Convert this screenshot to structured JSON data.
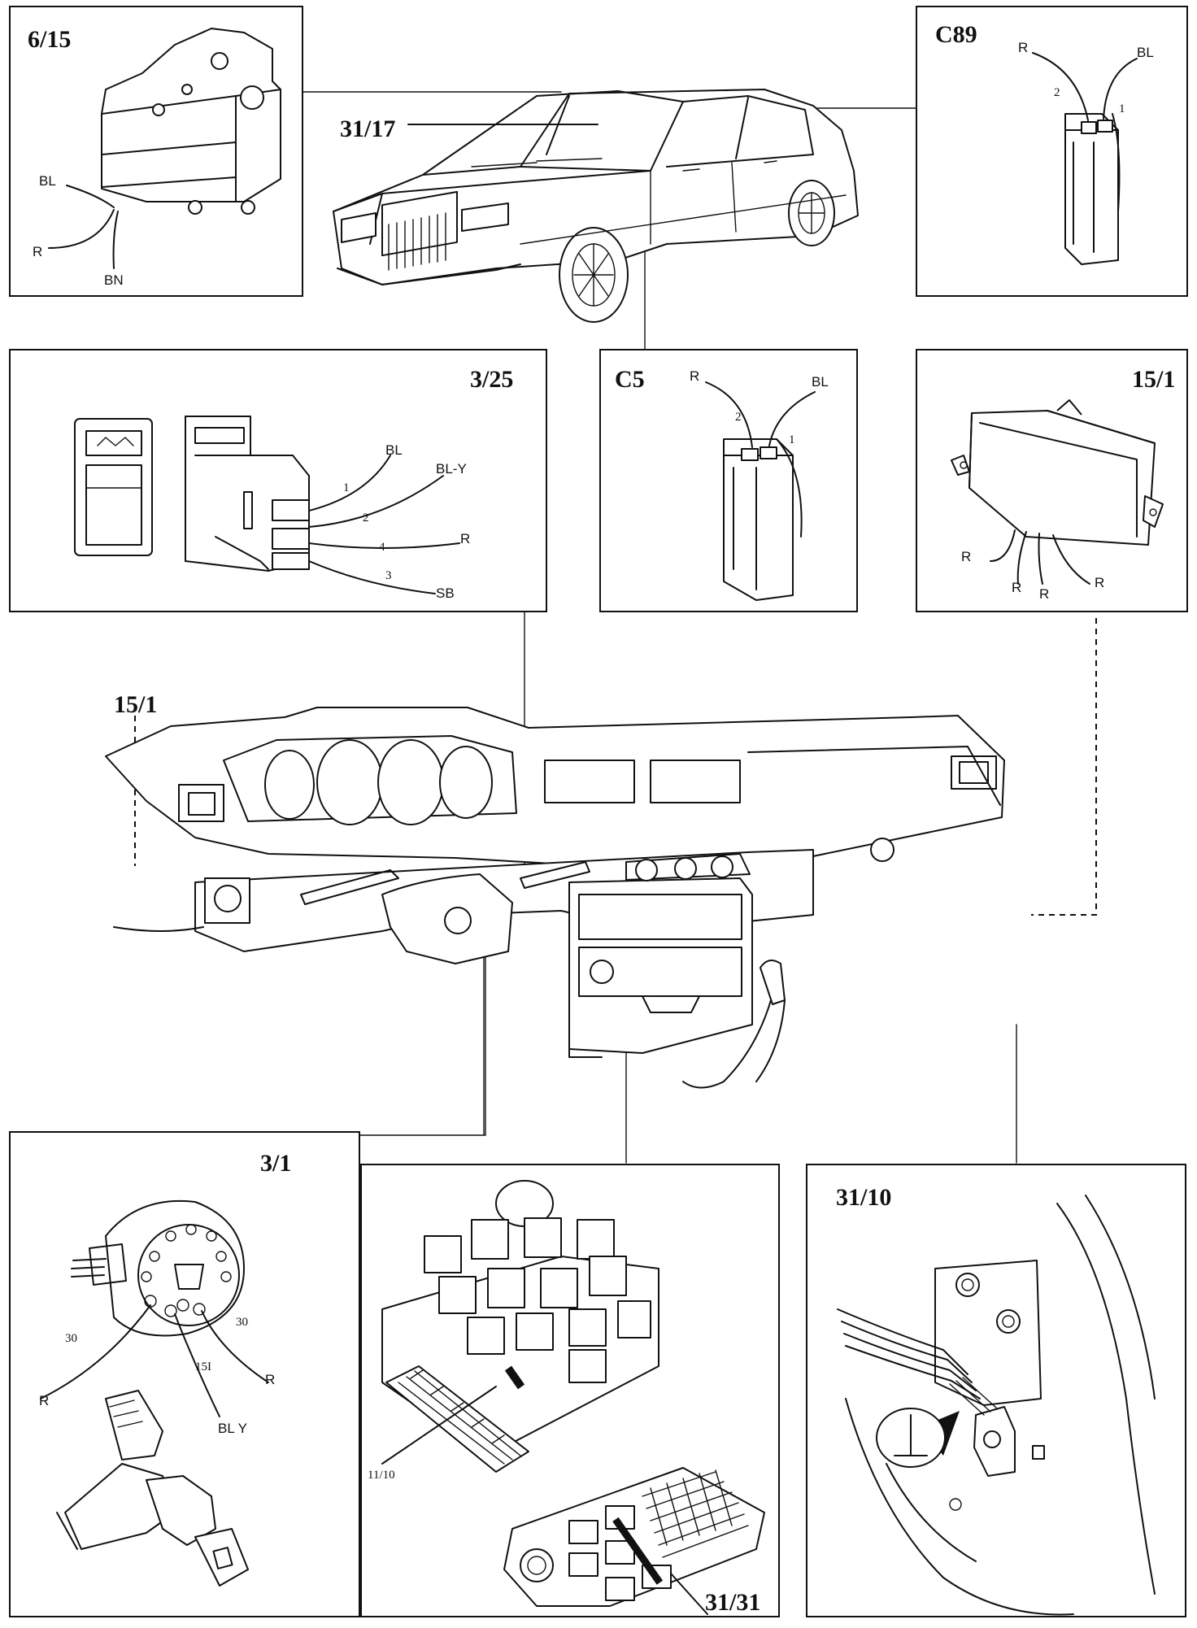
{
  "colors": {
    "line": "#111111",
    "background": "#ffffff"
  },
  "car": {
    "callout": "31/17"
  },
  "dashboard": {
    "callout": "15/1"
  },
  "panels": {
    "p615": {
      "title": "6/15",
      "wires": [
        "BL",
        "R",
        "BN"
      ]
    },
    "c89": {
      "title": "C89",
      "wires": [
        "R",
        "BL"
      ],
      "pins": [
        "2",
        "1"
      ]
    },
    "p325": {
      "title": "3/25",
      "wires": [
        "BL",
        "BL-Y",
        "R",
        "SB"
      ],
      "pins": [
        "1",
        "2",
        "4",
        "3"
      ]
    },
    "c5": {
      "title": "C5",
      "wires": [
        "R",
        "BL"
      ],
      "pins": [
        "2",
        "1"
      ]
    },
    "p151": {
      "title": "15/1",
      "wires": [
        "R",
        "R",
        "R",
        "R"
      ]
    },
    "p31": {
      "title": "3/1",
      "pins": [
        "30",
        "30",
        "15I"
      ],
      "wires": [
        "R",
        "R",
        "BL Y"
      ]
    },
    "fusebox": {
      "callout_relay": "11/10",
      "callout_fuse": "31/31"
    },
    "p3110": {
      "title": "31/10"
    }
  }
}
